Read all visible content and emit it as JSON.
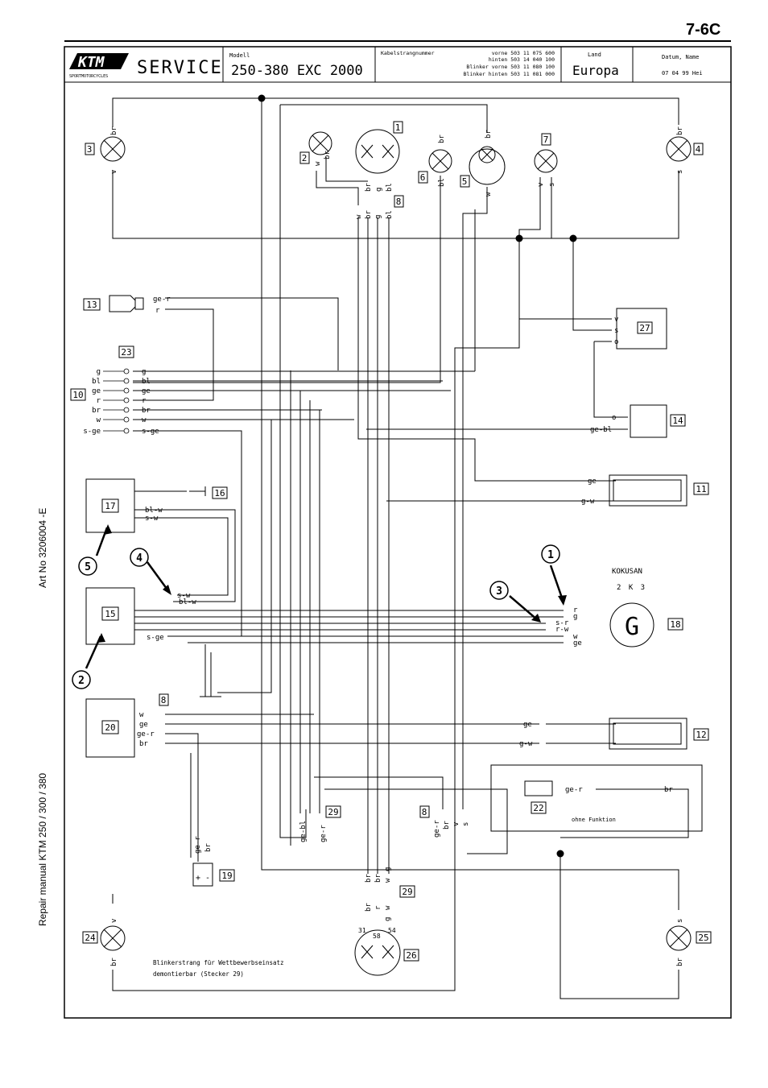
{
  "page_number": "7-6C",
  "side_text": {
    "art_no": "Art No  3206004 -E",
    "manual": "Repair manual  KTM  250 / 300 / 380"
  },
  "header": {
    "brand": "KTM",
    "brand_sub": "SPORTMOTORCYCLES",
    "service": "SERVICE",
    "model_label": "Modell",
    "model_value": "250-380 EXC 2000",
    "harness_label": "Kabelstrangnummer",
    "harness_rows": [
      "vorne 503 11 075 600",
      "hinten 503 14 040 100",
      "Blinker vorne 503 11 080 100",
      "Blinker hinten 503 11 081 000"
    ],
    "land_label": "Land",
    "land_value": "Europa",
    "date_label": "Datum, Name",
    "date_value": "07 04 99 Hei"
  },
  "generator": {
    "brand": "KOKUSAN",
    "model": "2 K 3",
    "symbol": "G"
  },
  "notes": {
    "turn_signal_1": "Blinkerstrang für Wettbewerbseinsatz",
    "turn_signal_2": "demontierbar (Stecker 29)",
    "no_function": "ohne Funktion"
  },
  "terminals": {
    "t31": "31",
    "t58": "58",
    "t54": "54"
  },
  "component_numbers": [
    "1",
    "2",
    "3",
    "4",
    "5",
    "6",
    "7",
    "8",
    "8",
    "8",
    "10",
    "11",
    "12",
    "13",
    "14",
    "15",
    "16",
    "17",
    "18",
    "19",
    "20",
    "22",
    "23",
    "24",
    "25",
    "26",
    "27",
    "29",
    "29"
  ],
  "callouts": [
    "1",
    "2",
    "3",
    "4",
    "5"
  ],
  "wire_labels": {
    "c23_left": [
      "g",
      "bl",
      "ge",
      "r",
      "br",
      "w",
      "s-ge"
    ],
    "c23_right": [
      "g",
      "bl",
      "ge",
      "r",
      "br",
      "w",
      "s-ge"
    ],
    "c13": [
      "ge-r",
      "r"
    ],
    "c27": [
      "v",
      "s",
      "o"
    ],
    "c14": [
      "o",
      "ge-bl"
    ],
    "c11": [
      "ge",
      "g-w"
    ],
    "c12": [
      "ge",
      "g-w"
    ],
    "c17": [
      "bl-w",
      "s-w"
    ],
    "c15": [
      "s-w",
      "bl-w",
      "s-ge"
    ],
    "c18": [
      "r",
      "g",
      "s-r",
      "r-w",
      "w",
      "ge"
    ],
    "c20": [
      "w",
      "ge",
      "ge-r",
      "br"
    ],
    "c22": [
      "ge-r",
      "br"
    ],
    "c19": [
      "ge-r",
      "br"
    ],
    "c19_polarity": "+ -",
    "plug29_mid": [
      "ge-bl",
      "ge-r"
    ],
    "plug8_bottom": [
      "ge-r",
      "br",
      "v",
      "s"
    ],
    "plug29_bottom": [
      "br",
      "br",
      "w",
      "g"
    ],
    "lamp26": [
      "br",
      "r",
      "w",
      "g"
    ],
    "plug8_top": [
      "w",
      "br",
      "g",
      "bl"
    ],
    "lamp1": [
      "br",
      "g",
      "bl"
    ],
    "lamp2": [
      "w",
      "br"
    ],
    "lamp3": [
      "br",
      "v"
    ],
    "lamp4": [
      "br",
      "s"
    ],
    "lamp5": [
      "br",
      "w"
    ],
    "lamp6": [
      "br",
      "bl"
    ],
    "lamp7": [
      "v",
      "s"
    ],
    "lamp24": [
      "v",
      "br"
    ],
    "lamp25": [
      "s",
      "br"
    ]
  },
  "colors": {
    "ink": "#000000",
    "paper": "#ffffff"
  }
}
